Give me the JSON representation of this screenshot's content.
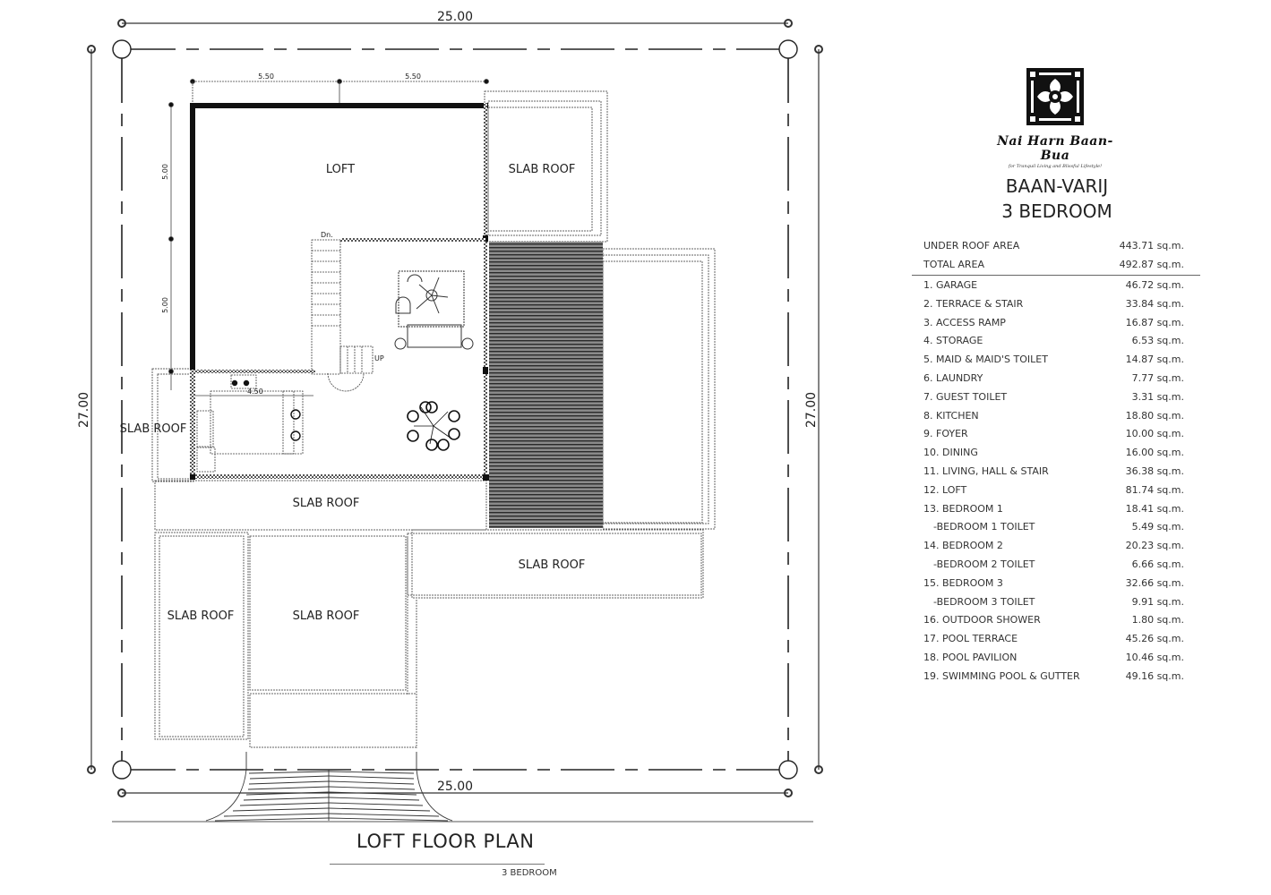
{
  "plan": {
    "title": "LOFT FLOOR PLAN",
    "subtitle": "3 BEDROOM",
    "dimensions": {
      "top_width": "25.00",
      "bottom_width": "25.00",
      "left_height": "27.00",
      "right_height": "27.00",
      "loft_span_1": "5.50",
      "loft_span_2": "5.50",
      "loft_depth_1": "5.00",
      "loft_depth_2": "5.00",
      "kitchen_dim": "4.50"
    },
    "labels": {
      "loft": "LOFT",
      "slab_roof_top_right": "SLAB ROOF",
      "slab_roof_left": "SLAB ROOF",
      "slab_roof_middle": "SLAB ROOF",
      "slab_roof_right": "SLAB ROOF",
      "slab_roof_bottom_left": "SLAB ROOF",
      "slab_roof_bottom_center": "SLAB ROOF",
      "stair_down": "Dn.",
      "stair_up": "UP"
    }
  },
  "brand": {
    "name": "Nai Harn Baan-Bua",
    "tagline": "for Tranquil Living and Blissful Lifestyle!"
  },
  "project": {
    "name": "BAAN-VARIJ",
    "type": "3 BEDROOM"
  },
  "summary": [
    {
      "label": "UNDER ROOF AREA",
      "value": "443.71 sq.m."
    },
    {
      "label": "TOTAL AREA",
      "value": "492.87 sq.m."
    }
  ],
  "rooms": [
    {
      "label": "1. GARAGE",
      "value": "46.72 sq.m."
    },
    {
      "label": "2. TERRACE & STAIR",
      "value": "33.84 sq.m."
    },
    {
      "label": "3. ACCESS RAMP",
      "value": "16.87 sq.m."
    },
    {
      "label": "4. STORAGE",
      "value": "6.53 sq.m."
    },
    {
      "label": "5. MAID & MAID'S TOILET",
      "value": "14.87 sq.m."
    },
    {
      "label": "6. LAUNDRY",
      "value": "7.77 sq.m."
    },
    {
      "label": "7. GUEST TOILET",
      "value": "3.31 sq.m."
    },
    {
      "label": "8. KITCHEN",
      "value": "18.80 sq.m."
    },
    {
      "label": "9. FOYER",
      "value": "10.00 sq.m."
    },
    {
      "label": "10. DINING",
      "value": "16.00 sq.m."
    },
    {
      "label": "11. LIVING, HALL & STAIR",
      "value": "36.38 sq.m."
    },
    {
      "label": "12. LOFT",
      "value": "81.74 sq.m."
    },
    {
      "label": "13. BEDROOM 1",
      "value": "18.41 sq.m."
    },
    {
      "label": "-BEDROOM 1 TOILET",
      "value": "5.49 sq.m."
    },
    {
      "label": "14. BEDROOM 2",
      "value": "20.23 sq.m."
    },
    {
      "label": "-BEDROOM 2 TOILET",
      "value": "6.66 sq.m."
    },
    {
      "label": "15. BEDROOM 3",
      "value": "32.66 sq.m."
    },
    {
      "label": "-BEDROOM 3 TOILET",
      "value": "9.91 sq.m."
    },
    {
      "label": "16. OUTDOOR SHOWER",
      "value": "1.80 sq.m."
    },
    {
      "label": "17. POOL TERRACE",
      "value": "45.26 sq.m."
    },
    {
      "label": "18. POOL PAVILION",
      "value": "10.46 sq.m."
    },
    {
      "label": "19. SWIMMING POOL & GUTTER",
      "value": "49.16 sq.m."
    }
  ]
}
